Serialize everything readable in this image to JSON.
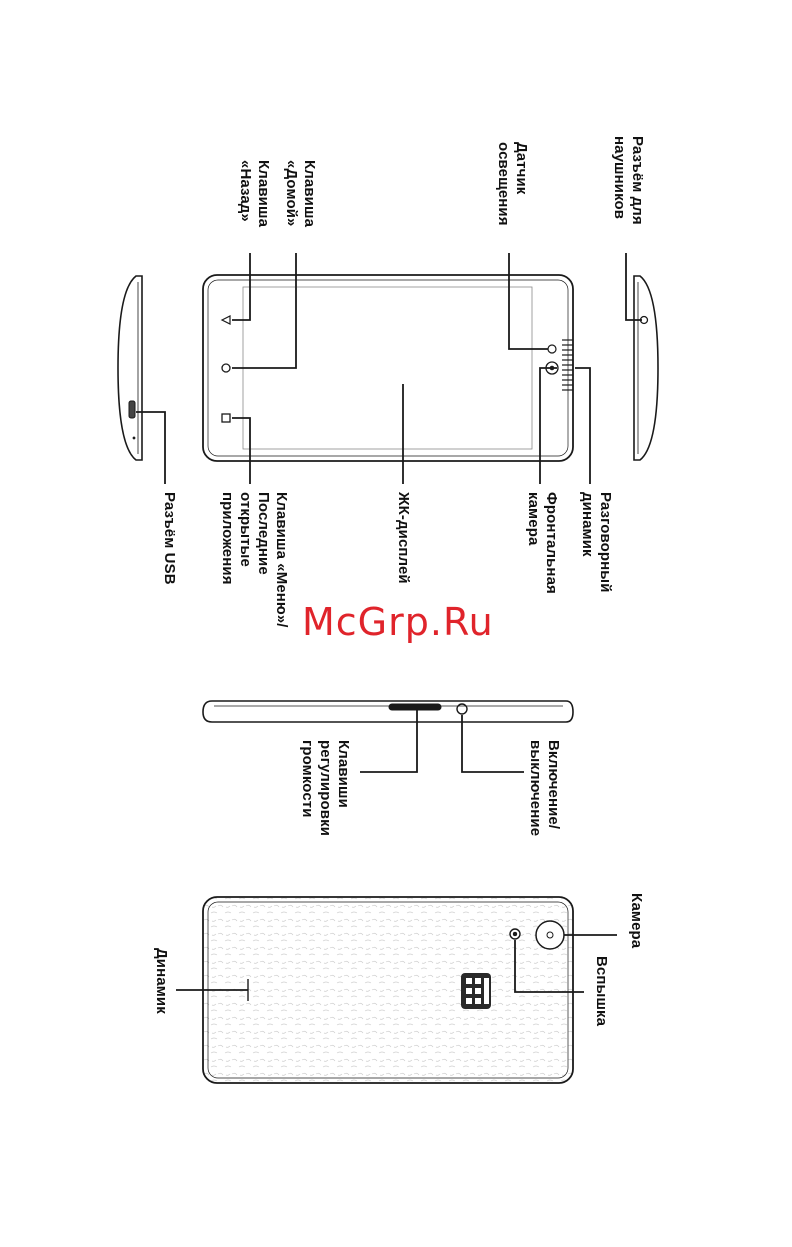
{
  "colors": {
    "line": "#1a1a1a",
    "device_fill": "#ffffff",
    "texture": "#cfcfcf",
    "watermark": "#e0242b"
  },
  "labels": {
    "headphone_jack": [
      "Разъём для",
      "наушников"
    ],
    "light_sensor": [
      "Датчик",
      "освещения"
    ],
    "home_key": [
      "Клавиша",
      "«Домой»"
    ],
    "back_key": [
      "Клавиша",
      "«Назад»"
    ],
    "earpiece": [
      "Разговорный",
      "динамик"
    ],
    "front_camera": [
      "Фронтальная",
      "камера"
    ],
    "lcd": [
      "ЖК-дисплей"
    ],
    "menu_key": [
      "Клавиша «Меню»/",
      "Последние",
      "открытые",
      "приложения"
    ],
    "usb": [
      "Разъём USB"
    ],
    "power": [
      "Включение/",
      "выключение"
    ],
    "volume": [
      "Клавиши",
      "регулировки",
      "громкости"
    ],
    "camera": [
      "Камера"
    ],
    "flash": [
      "Вспышка"
    ],
    "speaker": [
      "Динамик"
    ]
  },
  "watermark": "McGrp.Ru",
  "icons": {
    "back": "back-triangle-icon",
    "home": "home-circle-icon",
    "menu": "menu-square-icon",
    "logo": "brand-logo-icon"
  }
}
